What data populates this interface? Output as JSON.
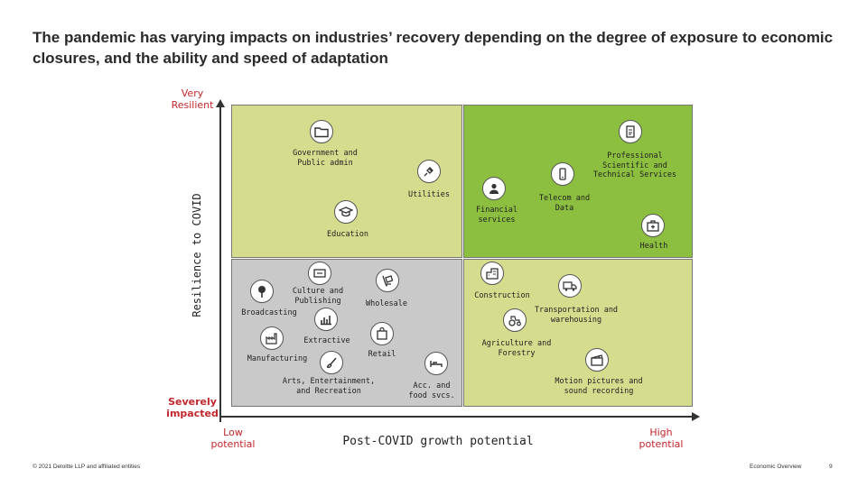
{
  "title": "The pandemic has varying impacts on industries’ recovery depending on the degree of exposure to economic closures, and the ability and speed of adaptation",
  "axes": {
    "y_label": "Resilience to COVID",
    "y_top": "Very Resilient",
    "y_bottom": "Severely impacted",
    "x_label": "Post-COVID growth potential",
    "x_low": "Low potential",
    "x_high": "High potential"
  },
  "colors": {
    "quadrant_top_left": "#d6dc8e",
    "quadrant_top_right": "#8cbf3f",
    "quadrant_bottom_left": "#c9c9c9",
    "quadrant_bottom_right": "#d6dc8e",
    "axis_end_labels": "#c1272d"
  },
  "industries": {
    "government": {
      "label": "Government and Public admin",
      "icon": "folder-icon"
    },
    "utilities": {
      "label": "Utilities",
      "icon": "plug-icon"
    },
    "education": {
      "label": "Education",
      "icon": "graduation-cap-icon"
    },
    "professional": {
      "label": "Professional Scientific and Technical Services",
      "icon": "document-icon"
    },
    "telecom": {
      "label": "Telecom and Data",
      "icon": "phone-icon"
    },
    "financial": {
      "label": "Financial services",
      "icon": "person-icon"
    },
    "health": {
      "label": "Health",
      "icon": "medical-kit-icon"
    },
    "culture": {
      "label": "Culture and Publishing",
      "icon": "book-icon"
    },
    "broadcasting": {
      "label": "Broadcasting",
      "icon": "tree-icon"
    },
    "wholesale": {
      "label": "Wholesale",
      "icon": "trolley-icon"
    },
    "extractive": {
      "label": "Extractive",
      "icon": "bar-chart-icon"
    },
    "manufacturing": {
      "label": "Manufacturing",
      "icon": "factory-icon"
    },
    "retail": {
      "label": "Retail",
      "icon": "shopping-bag-icon"
    },
    "arts": {
      "label": "Arts, Entertainment, and Recreation",
      "icon": "paint-brush-icon"
    },
    "accommodation": {
      "label": "Acc. and food svcs.",
      "icon": "bed-icon"
    },
    "construction": {
      "label": "Construction",
      "icon": "building-icon"
    },
    "transportation": {
      "label": "Transportation and warehousing",
      "icon": "truck-icon"
    },
    "agriculture": {
      "label": "Agriculture and Forestry",
      "icon": "tractor-icon"
    },
    "motion": {
      "label": "Motion pictures and sound recording",
      "icon": "clapperboard-icon"
    }
  },
  "footer": {
    "copyright": "© 2021 Deloitte LLP and affiliated entities",
    "section": "Economic Overview",
    "page": "9"
  }
}
